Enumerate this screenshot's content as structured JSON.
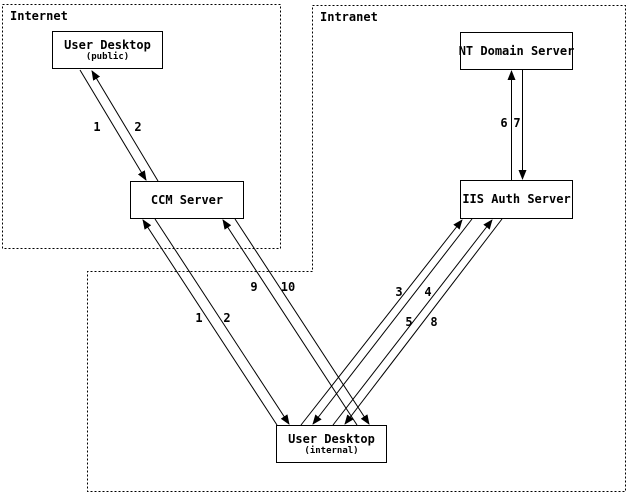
{
  "diagram": {
    "regions": [
      {
        "id": "internet",
        "label": "Internet"
      },
      {
        "id": "intranet",
        "label": "Intranet"
      }
    ],
    "nodes": [
      {
        "id": "user-desktop-public",
        "label": "User Desktop",
        "sublabel": "(public)",
        "region": "internet"
      },
      {
        "id": "ccm-server",
        "label": "CCM Server",
        "region": "internet"
      },
      {
        "id": "nt-domain-server",
        "label": "NT Domain Server",
        "region": "intranet"
      },
      {
        "id": "iis-auth-server",
        "label": "IIS Auth Server",
        "region": "intranet"
      },
      {
        "id": "user-desktop-internal",
        "label": "User Desktop",
        "sublabel": "(internal)",
        "region": "intranet"
      }
    ],
    "edges": [
      {
        "label": "1",
        "from": "user-desktop-public",
        "to": "ccm-server"
      },
      {
        "label": "2",
        "from": "ccm-server",
        "to": "user-desktop-public"
      },
      {
        "label": "1",
        "from": "user-desktop-internal",
        "to": "ccm-server"
      },
      {
        "label": "2",
        "from": "ccm-server",
        "to": "user-desktop-internal"
      },
      {
        "label": "9",
        "from": "user-desktop-internal",
        "to": "ccm-server"
      },
      {
        "label": "10",
        "from": "ccm-server",
        "to": "user-desktop-internal"
      },
      {
        "label": "3",
        "from": "user-desktop-internal",
        "to": "iis-auth-server"
      },
      {
        "label": "4",
        "from": "iis-auth-server",
        "to": "user-desktop-internal"
      },
      {
        "label": "5",
        "from": "user-desktop-internal",
        "to": "iis-auth-server"
      },
      {
        "label": "8",
        "from": "iis-auth-server",
        "to": "user-desktop-internal"
      },
      {
        "label": "6",
        "from": "iis-auth-server",
        "to": "nt-domain-server"
      },
      {
        "label": "7",
        "from": "nt-domain-server",
        "to": "iis-auth-server"
      }
    ],
    "colors": {
      "line": "#000000",
      "background": "#ffffff"
    }
  }
}
